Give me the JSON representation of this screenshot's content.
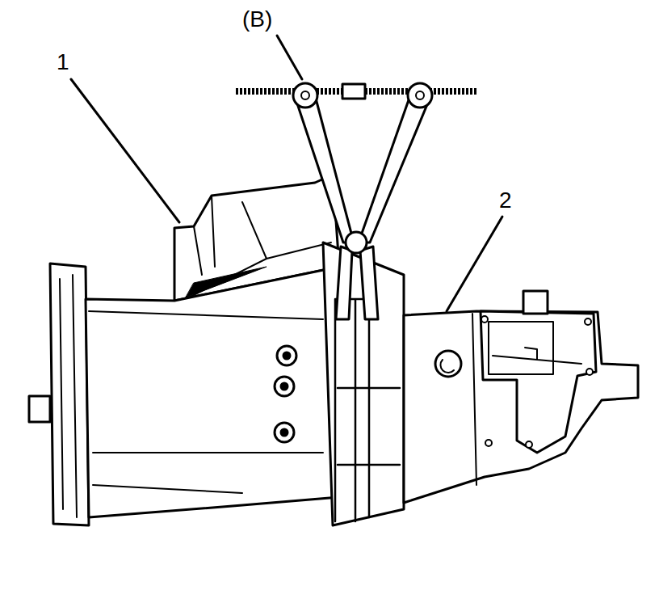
{
  "diagram": {
    "labels": [
      "(B)",
      "1",
      "2"
    ]
  }
}
